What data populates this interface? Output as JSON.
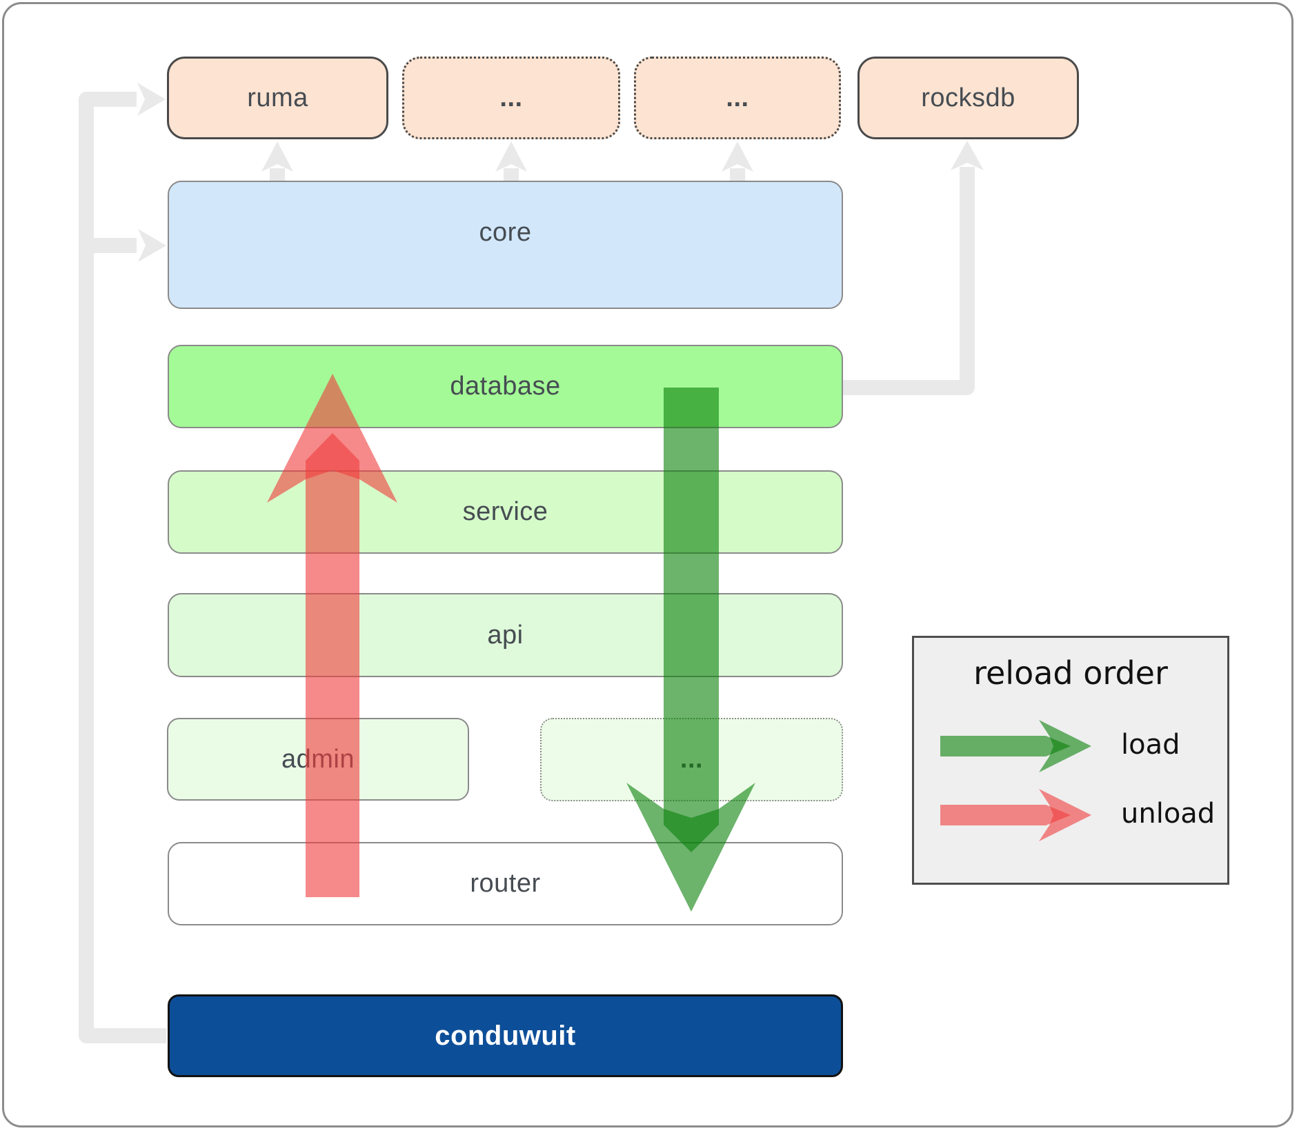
{
  "boxes": {
    "ruma": {
      "label": "ruma"
    },
    "ellipsis_top_1": {
      "label": "..."
    },
    "ellipsis_top_2": {
      "label": "..."
    },
    "rocksdb": {
      "label": "rocksdb"
    },
    "core": {
      "label": "core"
    },
    "database": {
      "label": "database"
    },
    "service": {
      "label": "service"
    },
    "api": {
      "label": "api"
    },
    "admin": {
      "label": "admin"
    },
    "ellipsis_bottom": {
      "label": "..."
    },
    "router": {
      "label": "router"
    },
    "conduwuit": {
      "label": "conduwuit"
    }
  },
  "legend": {
    "title": "reload order",
    "load_label": "load",
    "unload_label": "unload"
  },
  "colors": {
    "load_arrow": "#0a800a",
    "unload_arrow": "#f03c3c",
    "connector": "#e9e9e9",
    "top_row_fill": "#fde3d1",
    "core_fill": "#d2e7fa",
    "database_fill": "#a4fa97",
    "service_fill": "#d5fbc9",
    "api_fill": "#dffada",
    "admin_fill": "#eafbe6",
    "router_fill": "#ffffff",
    "conduwuit_fill": "#0d4e98",
    "legend_fill": "#efefef"
  }
}
